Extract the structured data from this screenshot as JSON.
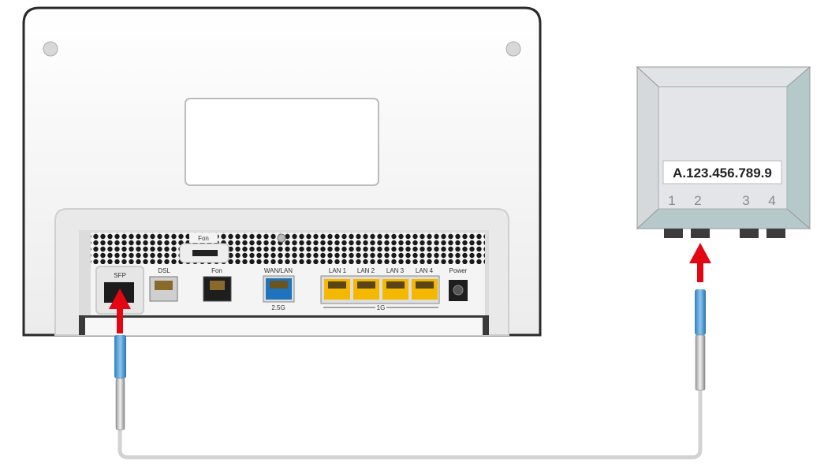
{
  "router": {
    "ports": {
      "fon_top": "Fon",
      "sfp": "SFP",
      "dsl": "DSL",
      "fon": "Fon",
      "wan_lan": "WAN/LAN",
      "lan1": "LAN 1",
      "lan2": "LAN 2",
      "lan3": "LAN 3",
      "lan4": "LAN 4",
      "power": "Power"
    },
    "wan_speed": "2.5G",
    "lan_speed": "1G"
  },
  "wall_box": {
    "id_label": "A.123.456.789.9",
    "port_numbers": [
      "1",
      "2",
      "3",
      "4"
    ]
  },
  "colors": {
    "arrow": "#e30613",
    "connector": "#4a9fd8",
    "lan_port": "#f5b800",
    "wan_port": "#1e73be",
    "box_bevel": "#b5c9cb"
  }
}
